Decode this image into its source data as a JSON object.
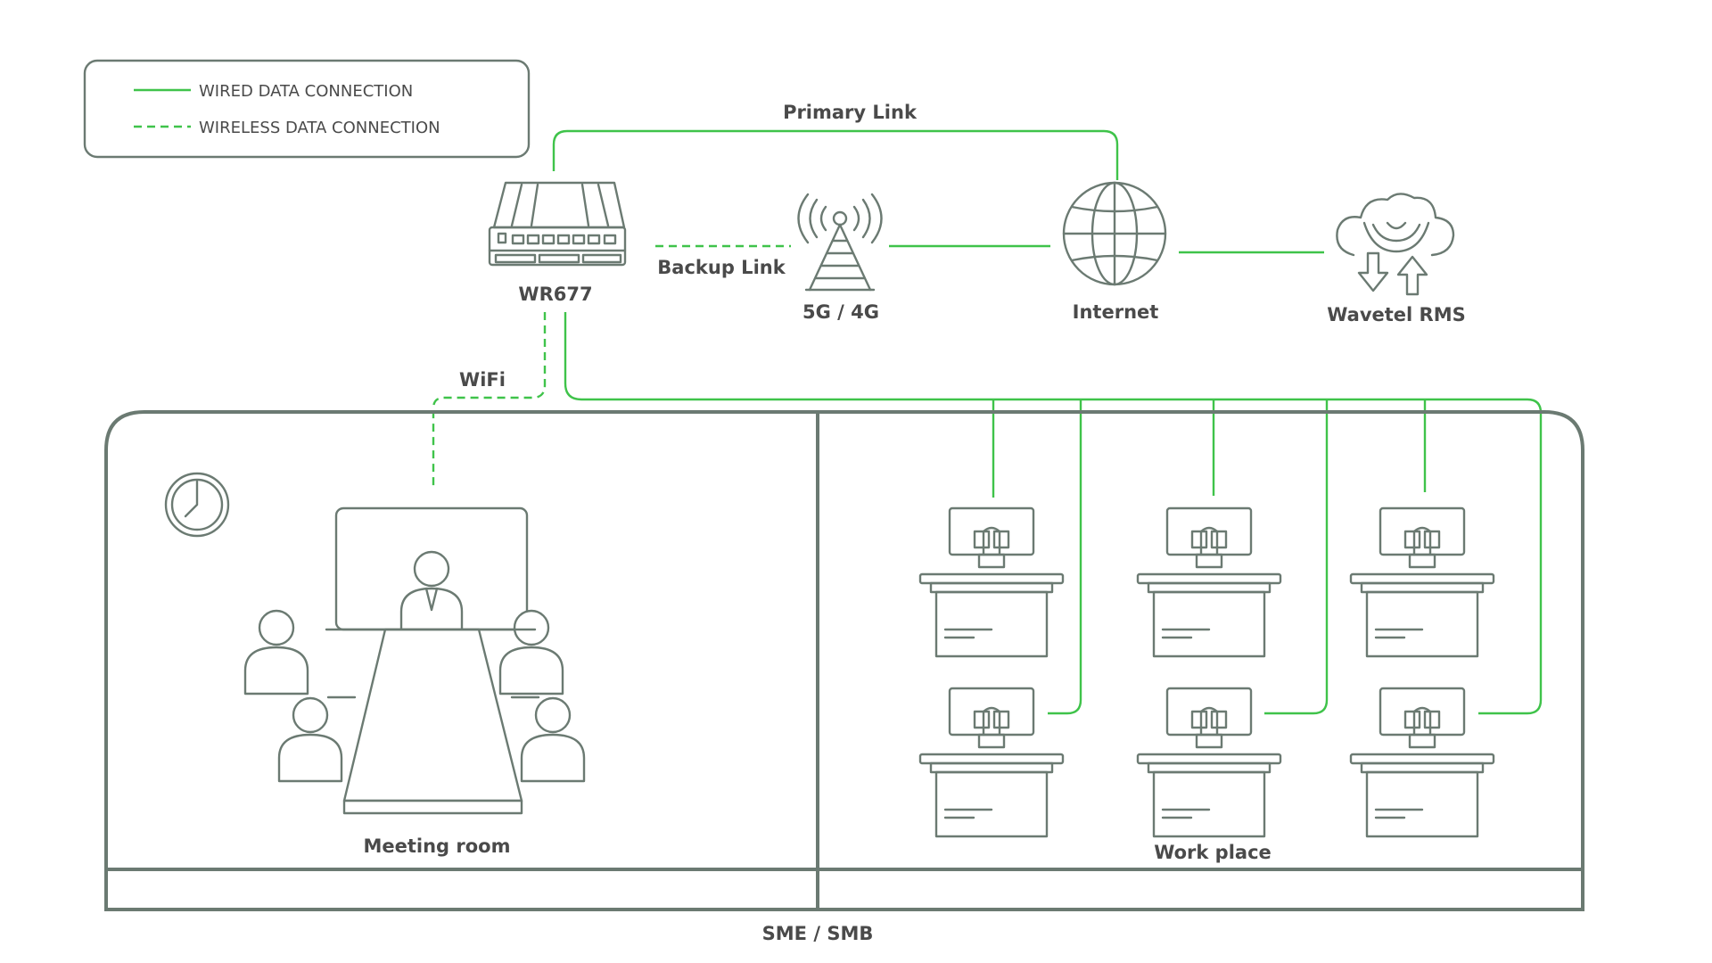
{
  "legend": {
    "wired": "WIRED DATA CONNECTION",
    "wireless": "WIRELESS DATA CONNECTION"
  },
  "links": {
    "primary": "Primary Link",
    "backup": "Backup Link",
    "wifi": "WiFi"
  },
  "nodes": {
    "router": "WR677",
    "tower": "5G / 4G",
    "internet": "Internet",
    "rms": "Wavetel RMS"
  },
  "areas": {
    "meeting": "Meeting room",
    "workplace": "Work place",
    "building": "SME / SMB"
  },
  "colors": {
    "connection": "#3fc34a",
    "outline": "#6b7a72",
    "text": "#4a4a4a"
  }
}
